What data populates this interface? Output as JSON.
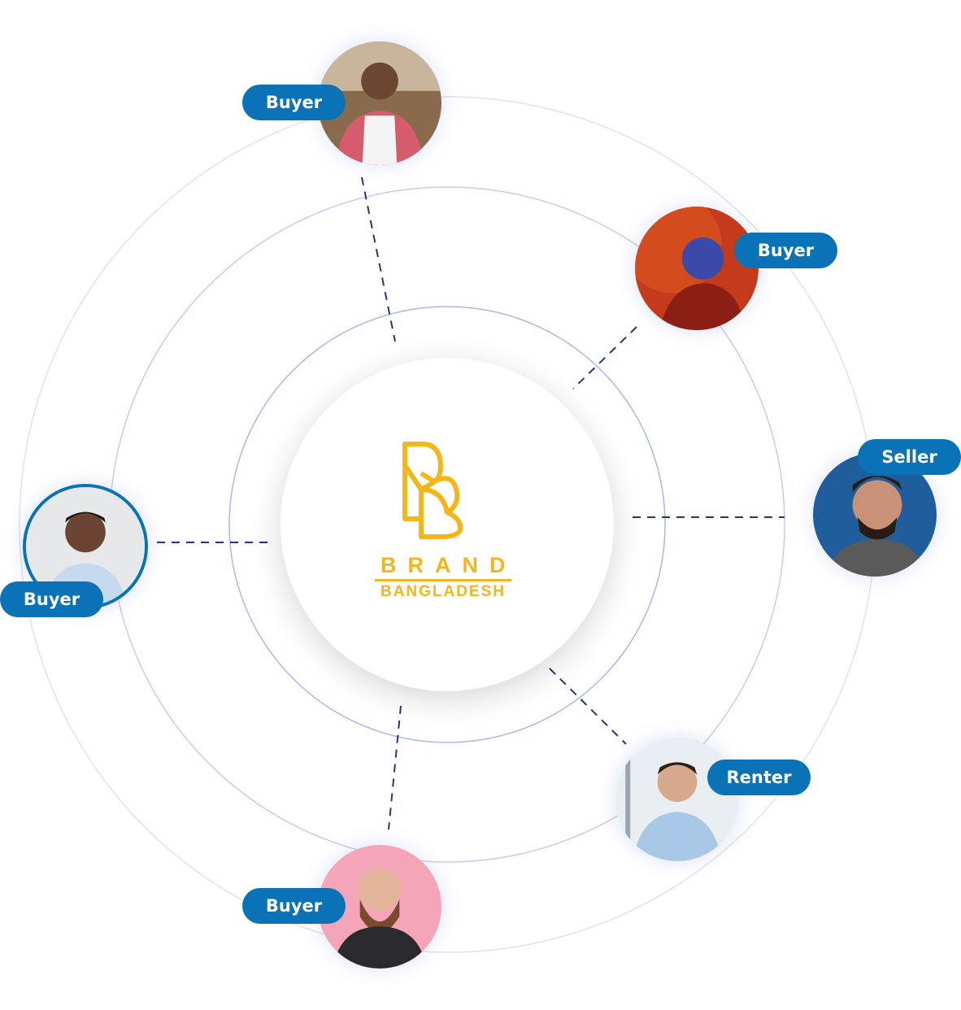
{
  "brand": {
    "name": "BRAND",
    "subtitle": "BANGLADESH",
    "color": "#f4b619"
  },
  "badge_color": "#0a72b6",
  "nodes": [
    {
      "role": "Buyer"
    },
    {
      "role": "Buyer"
    },
    {
      "role": "Seller"
    },
    {
      "role": "Buyer"
    },
    {
      "role": "Renter"
    },
    {
      "role": "Buyer"
    }
  ]
}
